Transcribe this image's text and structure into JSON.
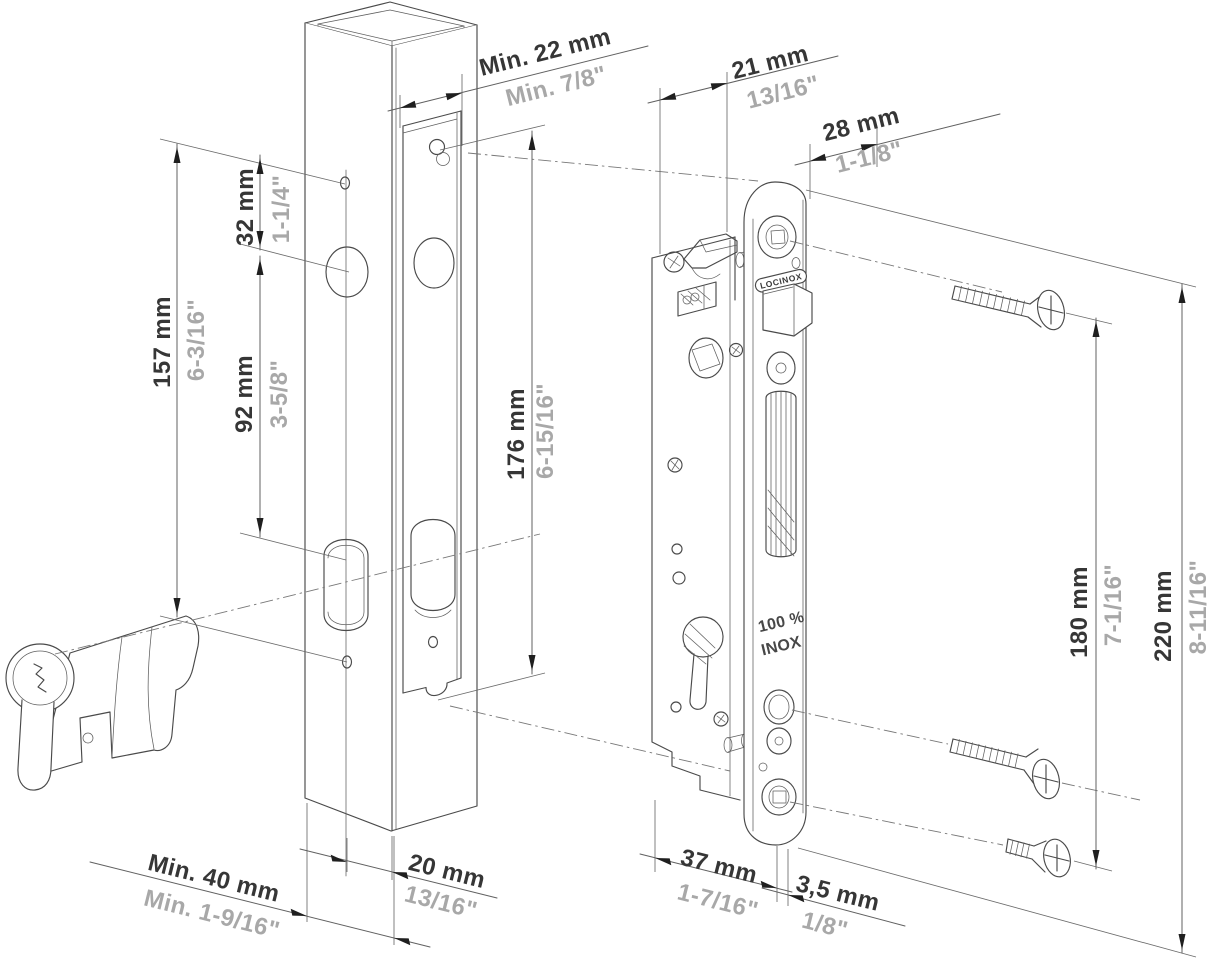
{
  "lock": {
    "brand": "LOCINOX",
    "material_line1": "100 %",
    "material_line2": "INOX"
  },
  "dims": {
    "min22": {
      "mm": "Min. 22 mm",
      "inch": "Min. 7/8\""
    },
    "d21": {
      "mm": "21 mm",
      "inch": "13/16\""
    },
    "d28": {
      "mm": "28 mm",
      "inch": "1-1/8\""
    },
    "d32": {
      "mm": "32 mm",
      "inch": "1-1/4\""
    },
    "d157": {
      "mm": "157 mm",
      "inch": "6-3/16\""
    },
    "d92": {
      "mm": "92 mm",
      "inch": "3-5/8\""
    },
    "d176": {
      "mm": "176 mm",
      "inch": "6-15/16\""
    },
    "d180": {
      "mm": "180 mm",
      "inch": "7-1/16\""
    },
    "d220": {
      "mm": "220 mm",
      "inch": "8-11/16\""
    },
    "min40": {
      "mm": "Min. 40 mm",
      "inch": "Min. 1-9/16\""
    },
    "d20": {
      "mm": "20 mm",
      "inch": "13/16\""
    },
    "d37": {
      "mm": "37 mm",
      "inch": "1-7/16\""
    },
    "d35": {
      "mm": "3,5 mm",
      "inch": "1/8\""
    }
  }
}
